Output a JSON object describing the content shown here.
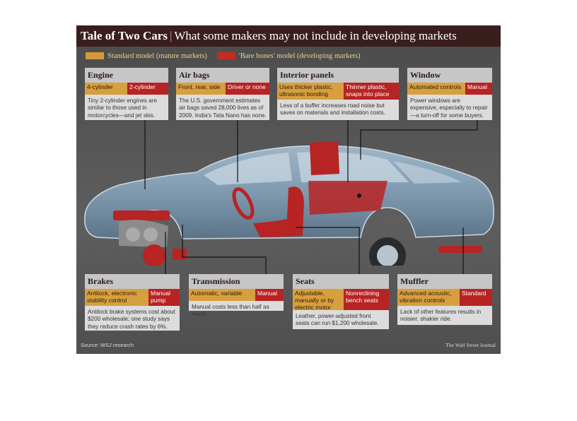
{
  "title": {
    "main": "Tale of Two Cars",
    "separator": "|",
    "subtitle": "What some makers may not include in developing markets"
  },
  "legend": {
    "standard": "Standard model (mature markets)",
    "bare": "'Bare bones' model (developing markets)"
  },
  "colors": {
    "standard": "#d89f3e",
    "bare": "#b82323",
    "background": "#555555",
    "title_bar": "#3a1d1d"
  },
  "boxes": {
    "engine": {
      "title": "Engine",
      "standard": "4-cylinder",
      "bare": "2-cylinder",
      "desc": "Tiny 2-cylinder engines are similar to those used in motorcycles—and jet skis."
    },
    "airbags": {
      "title": "Air bags",
      "standard": "Front, rear, side",
      "bare": "Driver or none",
      "desc": "The U.S. government estimates air bags saved 28,000 lives as of 2009. India's Tata Nano has none."
    },
    "interior": {
      "title": "Interior panels",
      "standard": "Uses thicker plastic, ultrasonic bonding",
      "bare": "Thinner plastic, snaps into place",
      "desc": "Less of a buffer increases road noise but saves on materials and installation costs."
    },
    "window": {
      "title": "Window",
      "standard": "Automated controls",
      "bare": "Manual",
      "desc": "Power windows are expensive, especially to repair—a turn-off for some buyers."
    },
    "brakes": {
      "title": "Brakes",
      "standard": "Antilock, electronic stability control",
      "bare": "Manual pump",
      "desc": "Antilock brake systems cost about $200 wholesale; one study says they reduce crash rates by 6%."
    },
    "transmission": {
      "title": "Transmission",
      "standard": "Automatic, variable",
      "bare": "Manual",
      "desc": "Manual costs less than half as much."
    },
    "seats": {
      "title": "Seats",
      "standard": "Adjustable, manually or by electric motor",
      "bare": "Nonreclining bench seats",
      "desc": "Leather, power-adjusted front seats can run $1,200 wholesale."
    },
    "muffler": {
      "title": "Muffler",
      "standard": "Advanced acoustic, vibration controls",
      "bare": "Standard",
      "desc": "Lack of other features results in noisier, shakier ride."
    }
  },
  "footer": {
    "source": "Source: WSJ research",
    "brand": "The Wall Street Journal"
  }
}
